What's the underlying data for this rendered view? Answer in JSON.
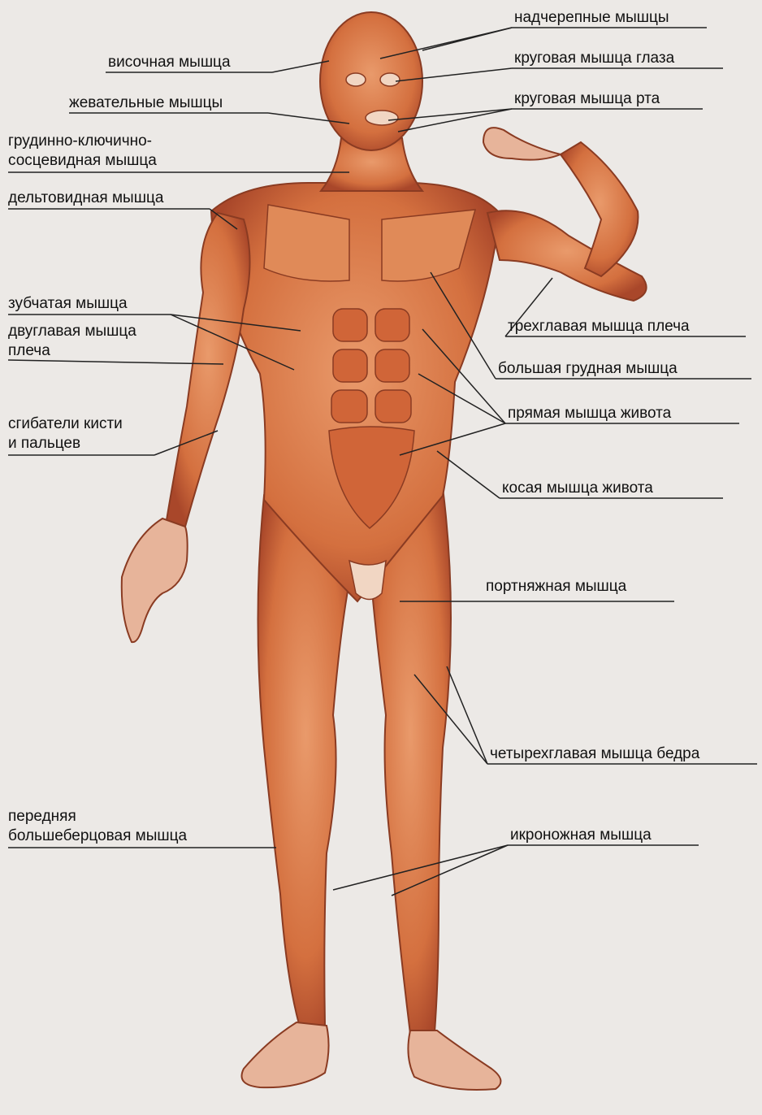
{
  "labels": {
    "temporalis": "височная мышца",
    "masseter": "жевательные мышцы",
    "scm_line1": "грудинно-ключично-",
    "scm_line2": "сосцевидная мышца",
    "deltoid": "дельтовидная мышца",
    "serratus": "зубчатая мышца",
    "biceps_line1": "двуглавая мышца",
    "biceps_line2": "плеча",
    "flexors_line1": "сгибатели кисти",
    "flexors_line2": "и пальцев",
    "tibialis_line1": "передняя",
    "tibialis_line2": "большеберцовая мышца",
    "epicranius": "надчерепные мышцы",
    "orbicularis_oculi": "круговая мышца глаза",
    "orbicularis_oris": "круговая мышца рта",
    "triceps": "трехглавая мышца плеча",
    "pectoralis": "большая грудная мышца",
    "rectus": "прямая мышца живота",
    "oblique": "косая мышца живота",
    "sartorius": "портняжная мышца",
    "quadriceps": "четырехглавая мышца бедра",
    "gastrocnemius": "икроножная мышца"
  },
  "colors": {
    "background": "#ece9e6",
    "muscle": "#d9794a",
    "muscle_dark": "#a9472a",
    "tendon": "#f1d6c3",
    "line": "#222222"
  }
}
